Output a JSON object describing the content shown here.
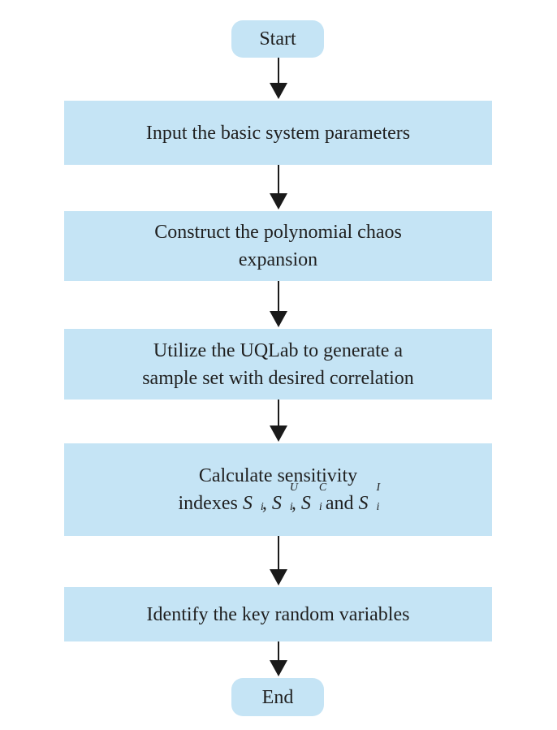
{
  "diagram": {
    "type": "flowchart",
    "nodes": {
      "start": "Start",
      "step1": "Input the basic system parameters",
      "step2_line1": "Construct the polynomial chaos",
      "step2_line2": "expansion",
      "step3_line1": "Utilize the UQLab to generate a",
      "step3_line2": "sample set with desired correlation",
      "step4_line1": "Calculate sensitivity",
      "step4_line2_prefix": "indexes ",
      "step4_symbol": "S",
      "step4_sub": "i",
      "step4_sup_u": "U",
      "step4_sup_c": "C",
      "step4_sup_i": "I",
      "step4_sep": ", ",
      "step4_and": " and ",
      "step5": "Identify the key random variables",
      "end": "End"
    },
    "colors": {
      "box_fill": "#c5e4f5",
      "arrow": "#1a1a1a",
      "text": "#1f1f1f"
    }
  }
}
